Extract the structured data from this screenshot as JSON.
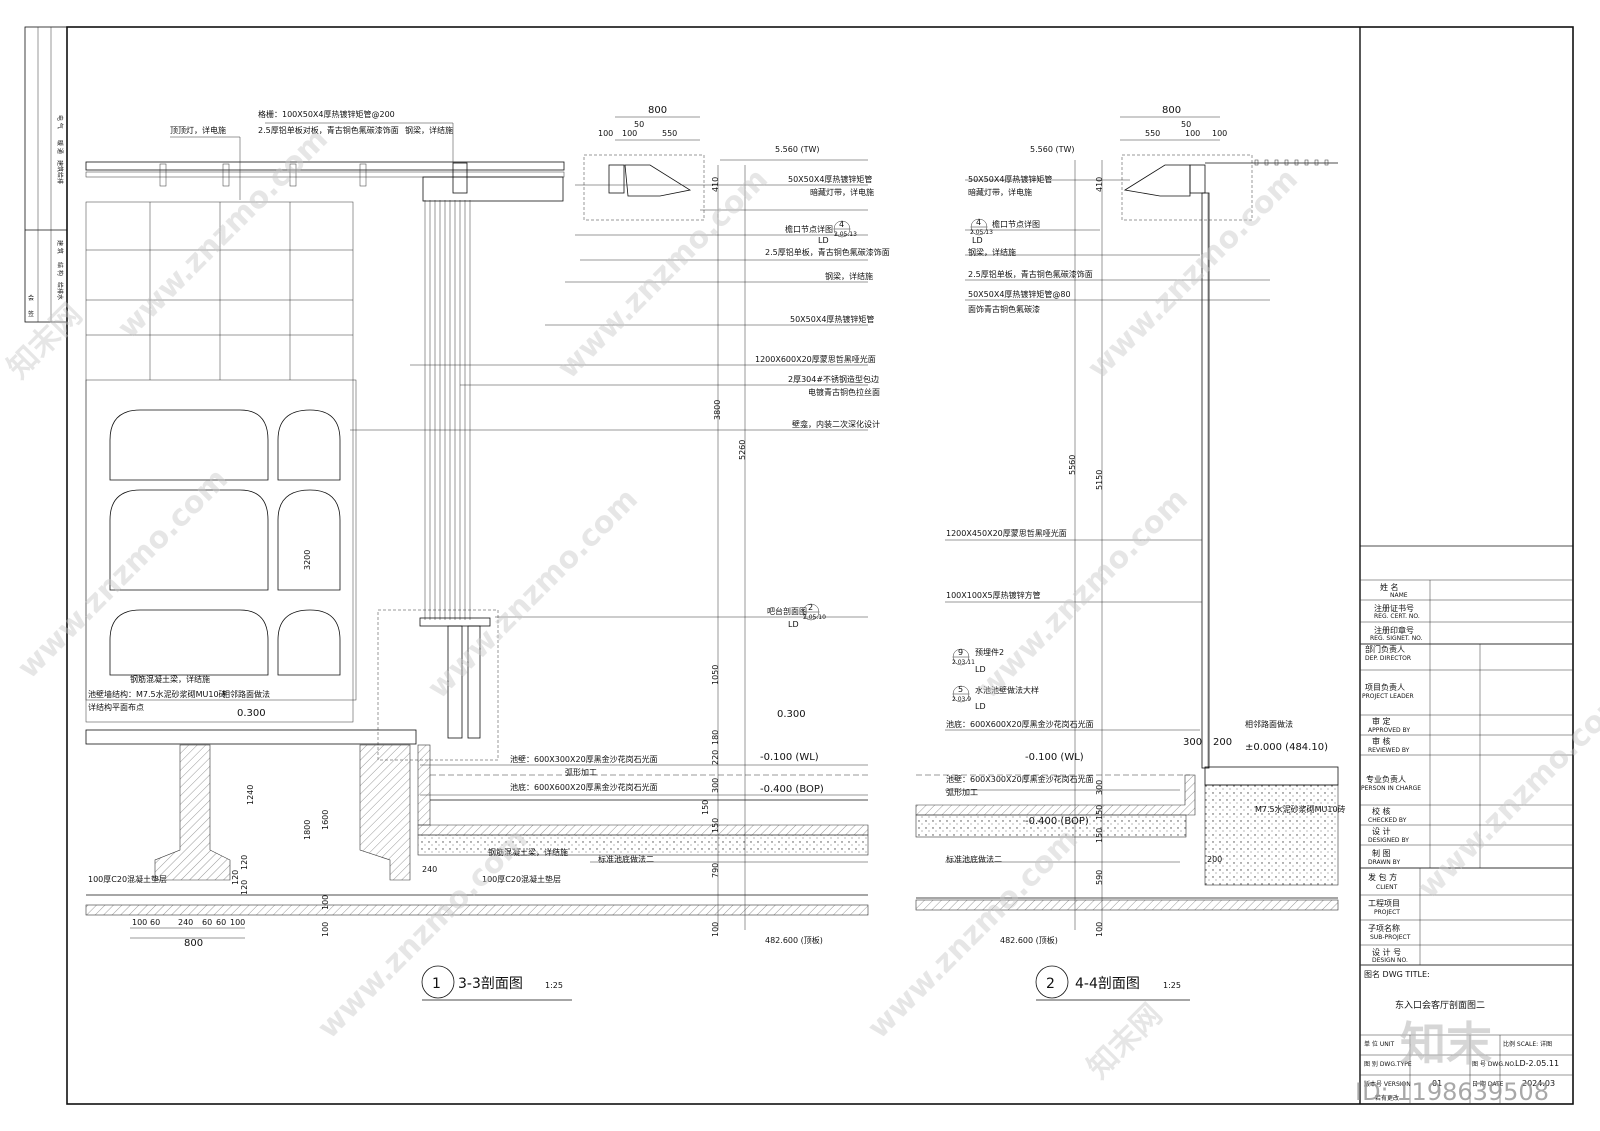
{
  "sheet": {
    "left_strip": {
      "upper": [
        "电 气",
        "暖 通",
        "建筑给排"
      ],
      "lower": [
        "建 筑",
        "结 构",
        "给排水"
      ],
      "signs": [
        "会",
        "签"
      ]
    }
  },
  "section1": {
    "number": "1",
    "title": "3-3剖面图",
    "scale": "1:25",
    "dims_top": [
      "800",
      "100",
      "50",
      "100",
      "550"
    ],
    "elev_tw": "5.560 (TW)",
    "elev_030": "0.300",
    "elev_030b": "0.300",
    "elev_wl": "-0.100 (WL)",
    "elev_bop": "-0.400 (BOP)",
    "elev_bottom": "482.600 (顶板)",
    "dims_right": [
      "410",
      "3800",
      "5260",
      "1050",
      "180",
      "220",
      "300",
      "150",
      "150",
      "790",
      "100"
    ],
    "dims_left": [
      "3200",
      "1240",
      "1600",
      "1800",
      "120",
      "120",
      "120",
      "100",
      "100"
    ],
    "dims_base": [
      "100",
      "60",
      "240",
      "60",
      "60",
      "100"
    ],
    "dim_base_total": "800",
    "dim_240": "240",
    "labels": [
      "格栅：100X50X4厚热镀锌矩管@200",
      "2.5厚铝单板对板，青古铜色氟碳漆饰面",
      "钢梁，详结施",
      "顶顶灯，详电施",
      "50X50X4厚热镀锌矩管",
      "暗藏灯带，详电施",
      "檐口节点详图",
      "2.5厚铝单板，青古铜色氟碳漆饰面",
      "钢梁，详结施",
      "50X50X4厚热镀锌矩管",
      "1200X600X20厚蒙思哲黑哑光面",
      "2厚304#不锈钢造型包边",
      "电镀青古铜色拉丝面",
      "壁龛，内装二次深化设计",
      "吧台剖面图",
      "钢筋混凝土梁，详结施",
      "池壁：600X300X20厚黑金沙花岗石光面",
      "弧形加工",
      "池底：600X600X20厚黑金沙花岗石光面",
      "钢筋混凝土梁，详结施",
      "标准池底做法二",
      "100厚C20混凝土垫层",
      "100厚C20混凝土垫层",
      "池壁墙结构：M7.5水泥砂浆砌MU10砖",
      "详结构平面布点",
      "相邻路面做法"
    ],
    "callout_a": {
      "num": "4",
      "ref": "2.05.13",
      "code": "LD"
    },
    "callout_b": {
      "num": "2",
      "ref": "2.05.10",
      "code": "LD"
    }
  },
  "section2": {
    "number": "2",
    "title": "4-4剖面图",
    "scale": "1:25",
    "dims_top": [
      "800",
      "550",
      "50",
      "100",
      "100"
    ],
    "elev_tw": "5.560 (TW)",
    "elev_wl": "-0.100 (WL)",
    "elev_bop": "-0.400 (BOP)",
    "elev_zero": "±0.000 (484.10)",
    "elev_bottom": "482.600 (顶板)",
    "dims_left": [
      "410",
      "5560",
      "5150",
      "300",
      "150",
      "150",
      "590",
      "100"
    ],
    "dims_bottom": [
      "300",
      "200",
      "200"
    ],
    "labels": [
      "50X50X4厚热镀锌矩管",
      "暗藏灯带，详电施",
      "檐口节点详图",
      "钢梁，详结施",
      "2.5厚铝单板，青古铜色氟碳漆饰面",
      "50X50X4厚热镀锌矩管@80",
      "面饰青古铜色氟碳漆",
      "1200X450X20厚蒙思哲黑哑光面",
      "100X100X5厚热镀锌方管",
      "预埋件2",
      "水池池壁做法大样",
      "池底：600X600X20厚黑金沙花岗石光面",
      "池壁：600X300X20厚黑金沙花岗石光面",
      "弧形加工",
      "标准池底做法二",
      "相邻路面做法",
      "M7.5水泥砂浆砌MU10砖"
    ],
    "callout_a": {
      "num": "4",
      "ref": "2.05.13",
      "code": "LD"
    },
    "callout_b": {
      "num": "9",
      "ref": "2.03.11",
      "code": "LD"
    },
    "callout_c": {
      "num": "5",
      "ref": "2.03.9",
      "code": "LD"
    }
  },
  "title_block": {
    "rows_top": [
      {
        "cn": "姓 名",
        "en": "NAME"
      },
      {
        "cn": "注册证书号",
        "en": "REG. CERT. NO."
      },
      {
        "cn": "注册印章号",
        "en": "REG. SIGNET. NO."
      }
    ],
    "rows_mid": [
      {
        "cn": "部门负责人",
        "en": "DEP. DIRECTOR"
      },
      {
        "cn": "项目负责人",
        "en": "PROJECT LEADER"
      },
      {
        "cn": "审 定",
        "en": "APPROVED BY"
      },
      {
        "cn": "审 核",
        "en": "REVIEWED BY"
      },
      {
        "cn": "专业负责人",
        "en": "PERSON IN CHARGE"
      },
      {
        "cn": "校 核",
        "en": "CHECKED BY"
      },
      {
        "cn": "设 计",
        "en": "DESIGNED BY"
      },
      {
        "cn": "制 图",
        "en": "DRAWN BY"
      }
    ],
    "rows_proj": [
      {
        "cn": "发 包 方",
        "en": "CLIENT"
      },
      {
        "cn": "工程项目",
        "en": "PROJECT"
      },
      {
        "cn": "子项名称",
        "en": "SUB-PROJECT"
      },
      {
        "cn": "设 计 号",
        "en": "DESIGN NO."
      }
    ],
    "dwg_title_label": "图名 DWG TITLE:",
    "dwg_title": "东入口会客厅剖面图二",
    "unit_label": "单 位 UNIT",
    "scale_label": "比例 SCALE:",
    "scale_value": "详图",
    "type_label": "图 别 DWG.TYPE",
    "no_label": "图 号 DWG.NO.",
    "no_value": "LD-2.05.11",
    "version_label": "版本号 VERSION",
    "version_value": "01",
    "date_label": "日 期 DATE",
    "date_value": "2024.03",
    "footer_note": "若有更改"
  },
  "watermark": {
    "site": "www.znzmo.com",
    "brand": "知末网",
    "logo": "知末",
    "id": "ID: 1198639508"
  }
}
